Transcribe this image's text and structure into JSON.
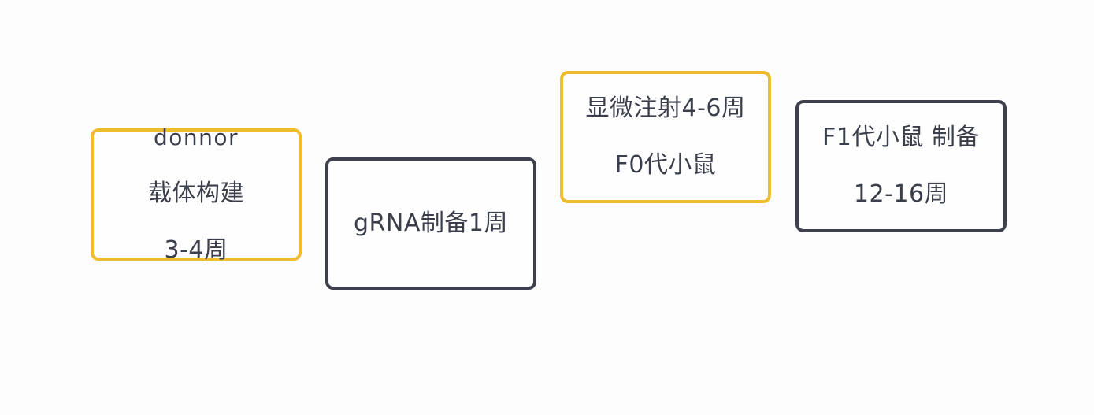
{
  "colors": {
    "background": "#fdfdfd",
    "yellow_border": "#f0bc2f",
    "dark_border": "#3c414d",
    "text": "#3a3f4b"
  },
  "boxes": [
    {
      "id": "donor",
      "border": "yellow",
      "lines": [
        "donnor",
        "载体构建",
        "3-4周"
      ]
    },
    {
      "id": "grna",
      "border": "dark",
      "lines": [
        "gRNA制备1周"
      ]
    },
    {
      "id": "microinjection",
      "border": "yellow",
      "lines": [
        "显微注射4-6周",
        "F0代小鼠"
      ]
    },
    {
      "id": "f1",
      "border": "dark",
      "lines": [
        "F1代小鼠 制备",
        "12-16周"
      ]
    }
  ]
}
